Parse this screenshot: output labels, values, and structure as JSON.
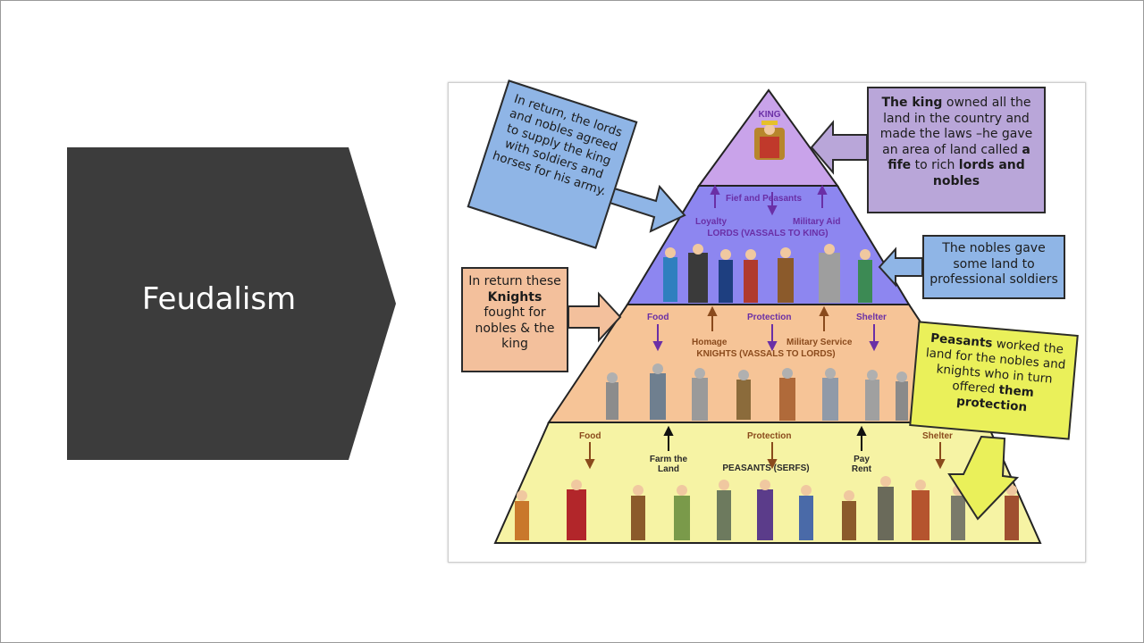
{
  "slide": {
    "title": "Feudalism",
    "colors": {
      "title_shape": "#3c3c3c",
      "king_tier": "#c9a3ea",
      "lords_tier": "#8d86f0",
      "knights_tier": "#f6c497",
      "peasants_tier": "#f6f3a4"
    }
  },
  "pyramid": {
    "king_tier": {
      "title": "KING"
    },
    "lords_tier": {
      "title": "LORDS (VASSALS TO KING)",
      "arrows": [
        "Fief and Peasants",
        "Loyalty",
        "Military Aid"
      ]
    },
    "knights_tier": {
      "title": "KNIGHTS (VASSALS TO LORDS)",
      "arrows": [
        "Food",
        "Protection",
        "Shelter",
        "Homage",
        "Military Service"
      ]
    },
    "peasants_tier": {
      "title": "PEASANTS (SERFS)",
      "arrows": [
        "Food",
        "Protection",
        "Shelter",
        "Farm the Land",
        "Pay Rent"
      ]
    }
  },
  "callouts": {
    "lords": "In return, the lords and nobles agreed to supply the king with soldiers and horses for his army.",
    "king": {
      "part1": "The king",
      "part2": " owned all the land in the country and made the laws –he gave an area of land called ",
      "part3": "a fife",
      "part4": " to rich ",
      "part5": "lords and nobles"
    },
    "nobles": "The nobles gave some land to professional soldiers",
    "knights": {
      "part1": "In return these ",
      "part2": "Knights",
      "part3": " fought for nobles & the king"
    },
    "peasants": {
      "part1": "Peasants",
      "part2": " worked the land for the nobles and knights who in turn offered ",
      "part3": "them protection"
    }
  }
}
